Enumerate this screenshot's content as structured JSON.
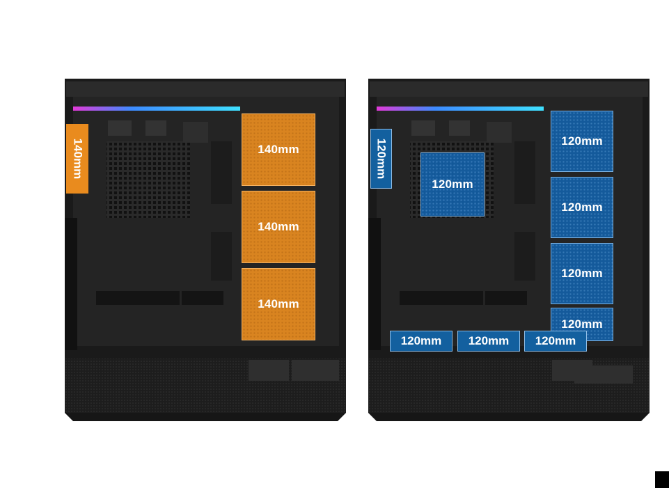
{
  "left_case": {
    "top_label": "140mm",
    "side_fans": [
      "140mm",
      "140mm",
      "140mm"
    ]
  },
  "right_case": {
    "top_label": "120mm",
    "cpu_fan": "120mm",
    "side_fans": [
      "120mm",
      "120mm",
      "120mm",
      "120mm"
    ],
    "bottom_fans": [
      "120mm",
      "120mm",
      "120mm"
    ]
  },
  "colors": {
    "orange": "#f29220",
    "blue": "#1262ac",
    "case_body": "#262626"
  }
}
